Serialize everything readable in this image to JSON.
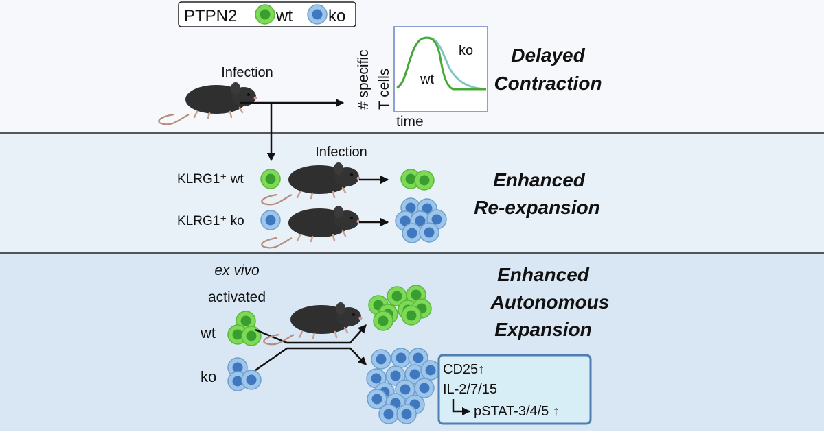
{
  "legend": {
    "gene": "PTPN2",
    "wt_label": "wt",
    "ko_label": "ko"
  },
  "colors": {
    "wt_fill": "#7ed957",
    "wt_nucleus": "#3a9d2f",
    "ko_fill": "#9ec5ea",
    "ko_nucleus": "#3f78bf",
    "panel1_bg": "#f6f8fb",
    "panel2_bg": "#e9f1f8",
    "panel3_bg": "#d9e6f3",
    "box_border": "#4f7fb2",
    "box_fill": "#d8eef7",
    "mouse": "#2f2f2f"
  },
  "panel1": {
    "infection_label": "Infection",
    "ylabel_line1": "# specific",
    "ylabel_line2": "T cells",
    "xlabel": "time",
    "curve_wt_label": "wt",
    "curve_ko_label": "ko",
    "title_line1": "Delayed",
    "title_line2": "Contraction"
  },
  "panel2": {
    "infection_label": "Infection",
    "row1_label": "KLRG1⁺ wt",
    "row2_label": "KLRG1⁺ ko",
    "title_line1": "Enhanced",
    "title_line2": "Re-expansion"
  },
  "panel3": {
    "label_exvivo": "ex vivo",
    "label_activated": "activated",
    "wt_label": "wt",
    "ko_label": "ko",
    "title_line1": "Enhanced",
    "title_line2": "Autonomous",
    "title_line3": "Expansion",
    "box_line1": "CD25↑",
    "box_line2": "IL-2/7/15",
    "box_line3": "pSTAT-3/4/5 ↑"
  }
}
